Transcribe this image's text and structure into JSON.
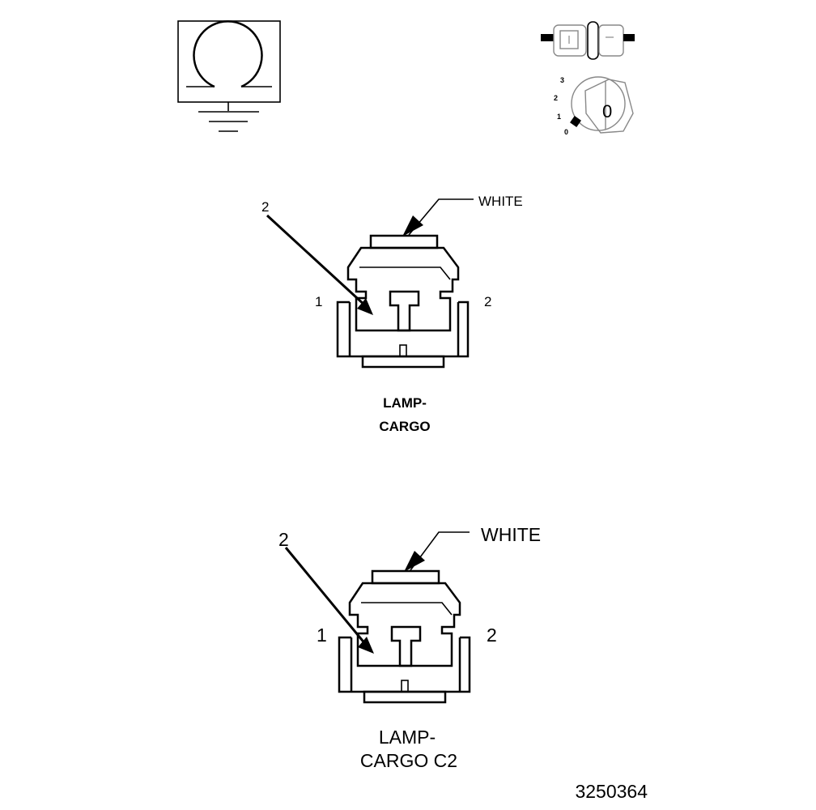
{
  "connector1": {
    "callout_number": "2",
    "wire_color": "WHITE",
    "pin_left": "1",
    "pin_right": "2",
    "name_line1": "LAMP-",
    "name_line2": "CARGO"
  },
  "connector2": {
    "callout_number": "2",
    "wire_color": "WHITE",
    "pin_left": "1",
    "pin_right": "2",
    "name_line1": "LAMP-",
    "name_line2": "CARGO C2"
  },
  "icons": {
    "ground_symbol": "ground-lamp-symbol-icon",
    "connector_pair": "inline-connector-icon",
    "key": "ignition-key-icon"
  },
  "key_positions": [
    "3",
    "2",
    "1",
    "0"
  ],
  "key_face_label": "0",
  "figure_number": "3250364"
}
